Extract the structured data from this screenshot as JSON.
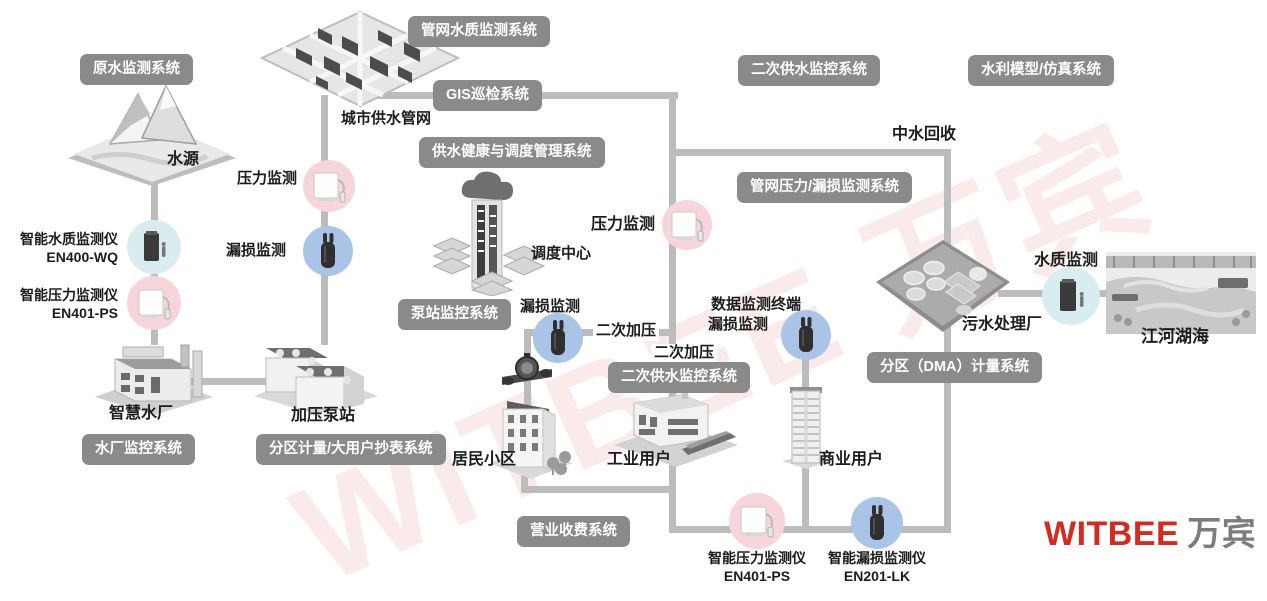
{
  "watermark": {
    "text": "WITBEE 万宾"
  },
  "logo": {
    "brand": "WITBEE",
    "suffix": "万宾"
  },
  "colors": {
    "badge_bg": "#8a8a8a",
    "line": "#bcbcbc",
    "circle_pink": "#f6d6da",
    "circle_blue": "#a9c4e6",
    "circle_cyan": "#d9edf0",
    "logo_red": "#d42a20",
    "logo_gray": "#7c7c7c",
    "watermark_red": "#e05050"
  },
  "badges": {
    "raw_water": "原水监测系统",
    "pipe_quality": "管网水质监测系统",
    "gis": "GIS巡检系统",
    "health_dispatch": "供水健康与调度管理系统",
    "secondary_top": "二次供水监控系统",
    "hydraulic_model": "水利模型/仿真系统",
    "pipe_pressure_leak": "管网压力/漏损监测系统",
    "pump_monitor": "泵站监控系统",
    "secondary_mid": "二次供水监控系统",
    "dma": "分区（DMA）计量系统",
    "plant_monitor": "水厂监控系统",
    "district_meter": "分区计量/大用户抄表系统",
    "billing": "营业收费系统"
  },
  "nodes": {
    "water_source": "水源",
    "city_network": "城市供水管网",
    "dispatch_center": "调度中心",
    "smart_plant": "智慧水厂",
    "pump_station": "加压泵站",
    "residential": "居民小区",
    "industrial": "工业用户",
    "commercial": "商业用户",
    "sewage_plant": "污水处理厂",
    "rivers": "江河湖海"
  },
  "annotations": {
    "pressure": "压力监测",
    "leak": "漏损监测",
    "secondary_boost": "二次加压",
    "data_terminal": "数据监测终端",
    "reclaimed_water": "中水回收",
    "water_quality": "水质监测"
  },
  "devices": {
    "quality": {
      "name": "智能水质监测仪",
      "model": "EN400-WQ"
    },
    "pressure": {
      "name": "智能压力监测仪",
      "model": "EN401-PS"
    },
    "leak": {
      "name": "智能漏损监测仪",
      "model": "EN201-LK"
    }
  }
}
